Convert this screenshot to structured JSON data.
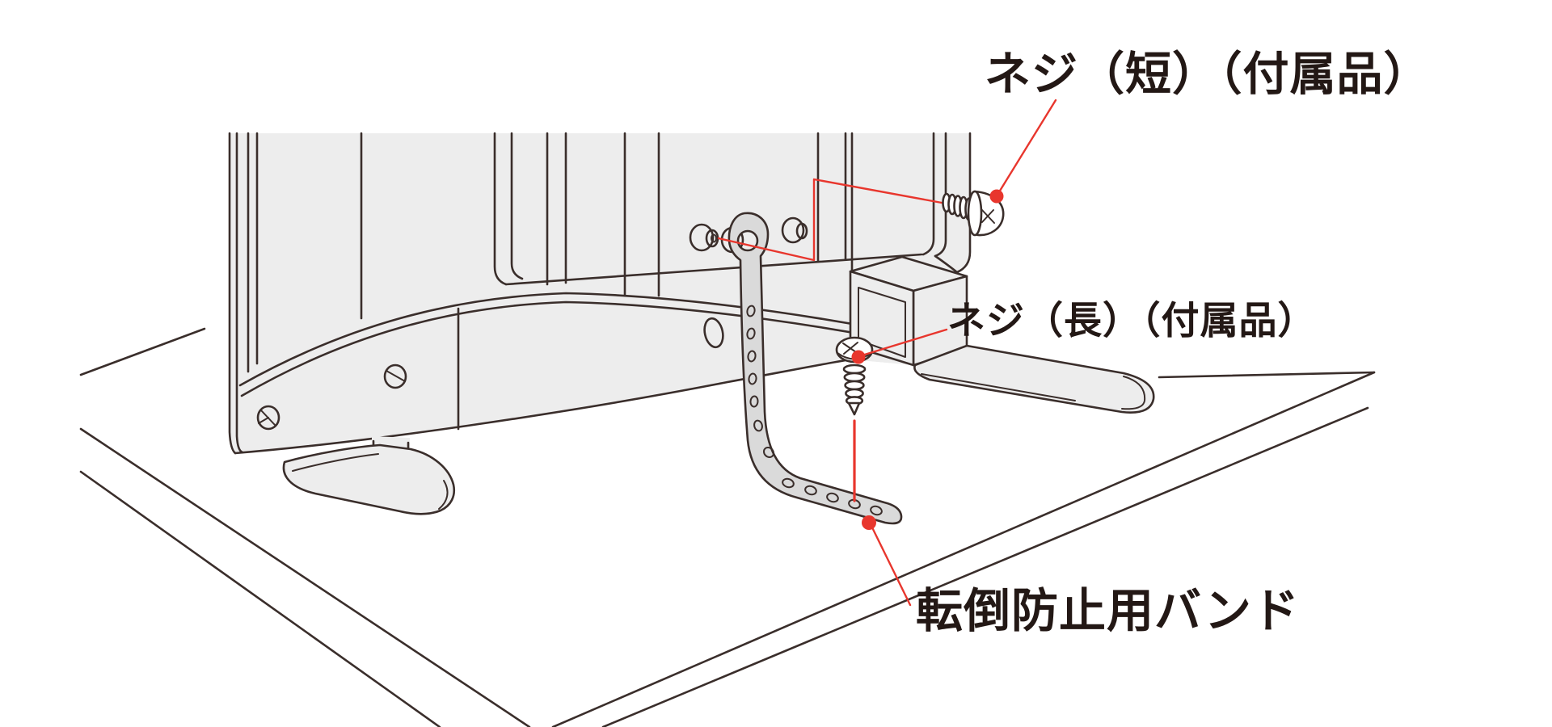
{
  "diagram": {
    "labels": {
      "screw_short": "ネジ（短）（付属品）",
      "screw_long": "ネジ（長）（付属品）",
      "band": "転倒防止用バンド"
    },
    "colors": {
      "line": "#3a2e2b",
      "tv_fill": "#ededed",
      "band_fill": "#dadada",
      "accent_red": "#e8362d",
      "text": "#231815",
      "background": "#ffffff"
    }
  }
}
